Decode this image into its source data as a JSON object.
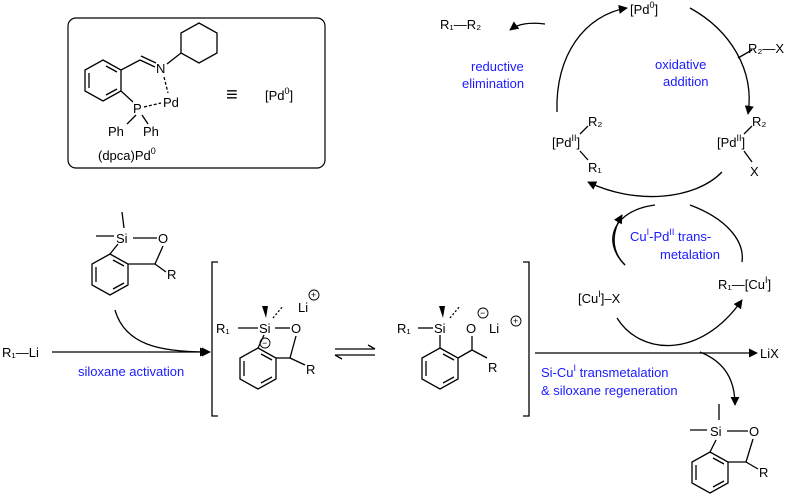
{
  "ligand_box": {
    "N": "N",
    "P": "P",
    "Pd": "Pd",
    "Ph1": "Ph",
    "Ph2": "Ph",
    "equiv": "≡",
    "pd0_label": "[Pd",
    "pd0_sup": "0",
    "pd0_close": "]",
    "name": "(dpca)Pd",
    "name_sup": "0"
  },
  "pd_cycle": {
    "top_pd": "[Pd",
    "top_sup": "0",
    "top_close": "]",
    "re_product": "R₁—R₂",
    "reductive_1": "reductive",
    "reductive_2": "elimination",
    "oxidative_1": "oxidative",
    "oxidative_2": "addition",
    "r2x": "R₂—X",
    "pdii_left": "[Pd",
    "pdii_left_sup": "II",
    "pdii_left_close": "]",
    "pdii_left_R2": "R₂",
    "pdii_left_R1": "R₁",
    "pdii_right": "[Pd",
    "pdii_right_sup": "II",
    "pdii_right_close": "]",
    "pdii_right_R2": "R₂",
    "pdii_right_X": "X"
  },
  "cu_cycle": {
    "transmet_1a": "Cu",
    "transmet_1b": "I",
    "transmet_1c": "-Pd",
    "transmet_1d": "II",
    "transmet_1e": " trans-",
    "transmet_2": "metalation",
    "cux": "[Cu",
    "cux_sup": "I",
    "cux_close": "]–X",
    "r1cu": "R₁—[Cu",
    "r1cu_sup": "I",
    "r1cu_close": "]",
    "lix": "LiX",
    "sicu_1": "Si-Cu",
    "sicu_sup": "I",
    "sicu_1b": " transmetalation",
    "sicu_2": "& siloxane regeneration"
  },
  "bottom": {
    "r1li": "R₁—Li",
    "siloxane_activation": "siloxane activation",
    "Si": "Si",
    "O": "O",
    "R": "R",
    "R1": "R₁",
    "Li": "Li",
    "minus": "−",
    "plus": "+"
  }
}
